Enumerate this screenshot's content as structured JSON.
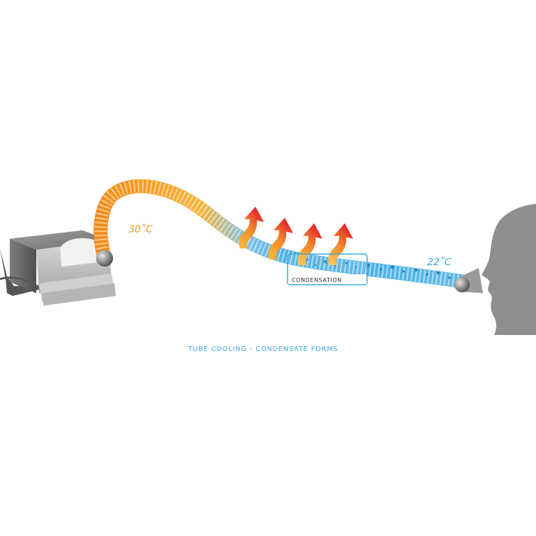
{
  "labels": {
    "hot_temp": "30˚C",
    "cool_temp": "22˚C",
    "condensation": "CONDENSATION",
    "caption": "TUBE COOLING - CONDENSATE FORMS"
  },
  "colors": {
    "warm": "#f39a1d",
    "warm_light": "#fbc34a",
    "cool": "#3aa8e0",
    "cool_light": "#bfe3f6",
    "heat_arrow_top": "#e3262b",
    "heat_arrow_bottom": "#f6b53a",
    "device": "#8a8b8d",
    "silhouette": "#8e8f91",
    "caption": "#3aa8e0"
  },
  "icons": {
    "device": "cpap-machine-icon",
    "heat": "heat-arrow-icon",
    "person": "person-silhouette-icon"
  }
}
